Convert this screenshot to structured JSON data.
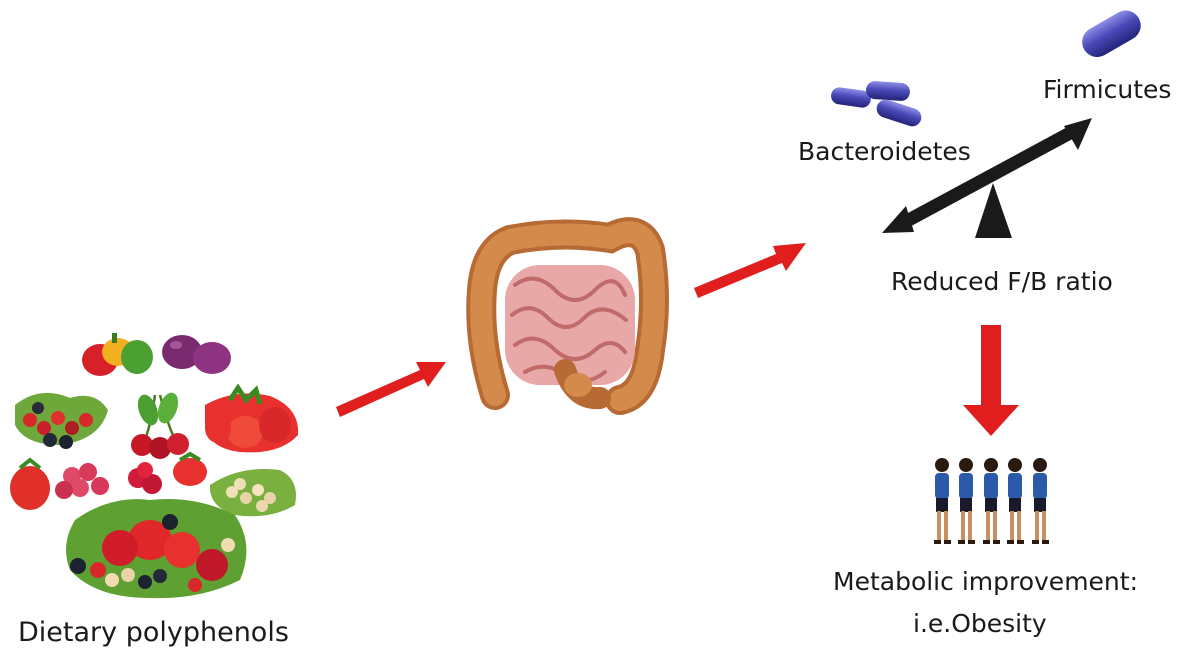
{
  "labels": {
    "polyphenols": "Dietary polyphenols",
    "firmicutes": "Firmicutes",
    "bacteroidetes": "Bacteroidetes",
    "ratio": "Reduced F/B ratio",
    "outcome_line1": "Metabolic improvement:",
    "outcome_line2": "i.e.Obesity"
  },
  "colors": {
    "arrow": "#e01e1e",
    "bacteria": "#4a4ab8",
    "seesaw": "#1a1a1a",
    "intestine": "#c8783c",
    "small_intestine": "#e8a8a8"
  },
  "icons": [
    "fruit-pile-icon",
    "intestine-icon",
    "bacteria-icon",
    "seesaw-icon",
    "people-icon"
  ]
}
